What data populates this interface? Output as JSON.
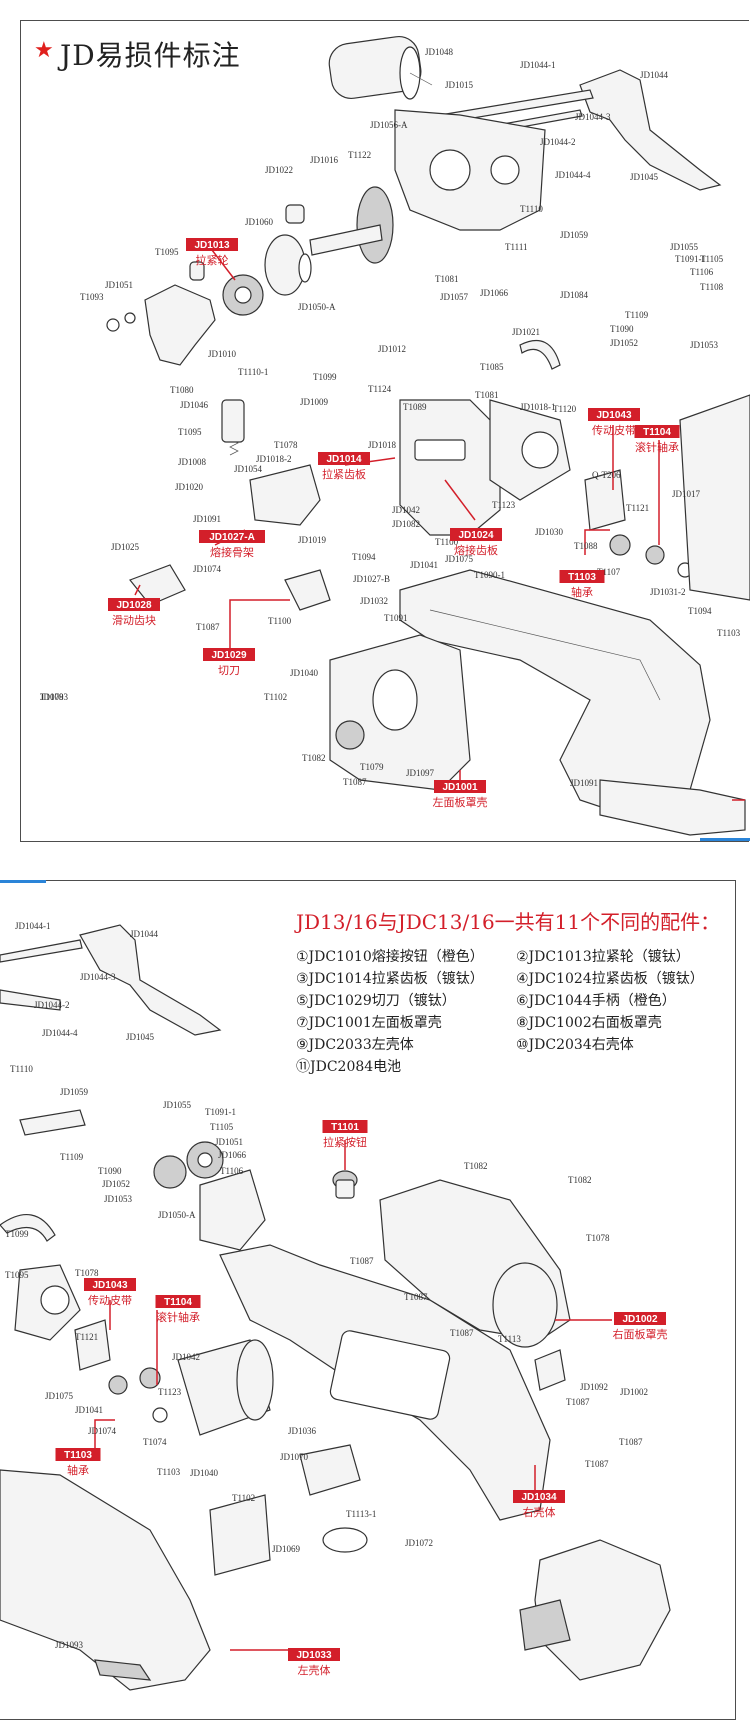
{
  "header": {
    "title": "JD易损件标注",
    "star": "★"
  },
  "colors": {
    "accent_red": "#d31f2a",
    "frame_blue": "#2a84d8",
    "line": "#333333"
  },
  "summary": {
    "title": "JD13/16与JDC13/16一共有11个不同的配件：",
    "items": [
      "①JDC1010熔接按钮（橙色）",
      "②JDC1013拉紧轮（镀钛）",
      "③JDC1014拉紧齿板（镀钛）",
      "④JDC1024拉紧齿板（镀钛）",
      "⑤JDC1029切刀（镀钛）",
      "⑥JDC1044手柄（橙色）",
      "⑦JDC1001左面板罩壳",
      "⑧JDC1002右面板罩壳",
      "⑨JDC2033左壳体",
      "⑩JDC2034右壳体",
      "⑪JDC2084电池"
    ]
  },
  "top_callouts": [
    {
      "code": "JD1013",
      "name": "拉紧轮"
    },
    {
      "code": "JD1014",
      "name": "拉紧齿板"
    },
    {
      "code": "JD1027-A",
      "name": "熔接骨架"
    },
    {
      "code": "JD1024",
      "name": "熔接齿板"
    },
    {
      "code": "JD1043",
      "name": "传动皮带"
    },
    {
      "code": "T1104",
      "name": "滚针轴承"
    },
    {
      "code": "T1103",
      "name": "轴承"
    },
    {
      "code": "JD1028",
      "name": "滑动齿块"
    },
    {
      "code": "JD1029",
      "name": "切刀"
    },
    {
      "code": "JD1001",
      "name": "左面板罩壳"
    }
  ],
  "bottom_callouts": [
    {
      "code": "T1101",
      "name": "拉紧按钮"
    },
    {
      "code": "JD1043",
      "name": "传动皮带"
    },
    {
      "code": "T1104",
      "name": "滚针轴承"
    },
    {
      "code": "JD1002",
      "name": "右面板罩壳"
    },
    {
      "code": "T1103",
      "name": "轴承"
    },
    {
      "code": "JD1034",
      "name": "右壳体"
    },
    {
      "code": "JD1033",
      "name": "左壳体"
    }
  ],
  "top_part_labels": [
    "JD1048",
    "JD1044-1",
    "JD1044",
    "JD1015",
    "JD1044-3",
    "JD1056-A",
    "JD1044-2",
    "T1122",
    "JD1016",
    "JD1044-4",
    "JD1045",
    "JD1022",
    "JD1060",
    "T1110",
    "JD1059",
    "T1095",
    "T1111",
    "JD1055",
    "T1091-1",
    "T1105",
    "T1106",
    "JD1051",
    "T1093",
    "T1081",
    "JD1057",
    "T1108",
    "JD1066",
    "JD1084",
    "T1109",
    "T1090",
    "JD1052",
    "JD1053",
    "JD1050-A",
    "JD1010",
    "T1110-1",
    "JD1012",
    "JD1021",
    "T1085",
    "T1099",
    "T1080",
    "JD1046",
    "T1124",
    "T1081",
    "JD1009",
    "T1089",
    "JD1018-1",
    "T1120",
    "T1095",
    "T1078",
    "JD1018",
    "JD1018-2",
    "JD1008",
    "JD1054",
    "JD1020",
    "Q-T206",
    "JD1017",
    "T1121",
    "JD1042",
    "T1123",
    "JD1082",
    "JD1091",
    "JD1019",
    "T1100",
    "JD1030",
    "T1088",
    "JD1075",
    "JD1041",
    "T1090-1",
    "T1107",
    "JD1025",
    "JD1074",
    "T1094",
    "JD1027-B",
    "JD1032",
    "T1091",
    "T1100",
    "T1087",
    "JD1031-2",
    "T1094",
    "T1103",
    "JD1040",
    "T1102",
    "T1082",
    "T1079",
    "JD1097",
    "T1087",
    "JD1091",
    "T1078",
    "JD1093"
  ],
  "bottom_part_labels": [
    "JD1044-1",
    "JD1044",
    "JD1044-3",
    "JD1044-2",
    "JD1044-4",
    "JD1045",
    "T1110",
    "JD1059",
    "JD1055",
    "T1091-1",
    "T1105",
    "JD1051",
    "JD1066",
    "T1106",
    "T1109",
    "T1090",
    "JD1052",
    "JD1053",
    "JD1050-A",
    "T1099",
    "T1078",
    "T1095",
    "T1121",
    "JD1075",
    "JD1042",
    "T1123",
    "JD1041",
    "JD1074",
    "T1074",
    "JD1036",
    "T1103",
    "JD1040",
    "T1102",
    "JD1070",
    "T1113-1",
    "JD1072",
    "JD1069",
    "T1082",
    "T1082",
    "T1078",
    "T1087",
    "T1087",
    "T1087",
    "T1113",
    "T1087",
    "JD1092",
    "JD1002",
    "T1087",
    "T1087",
    "JD1093"
  ]
}
